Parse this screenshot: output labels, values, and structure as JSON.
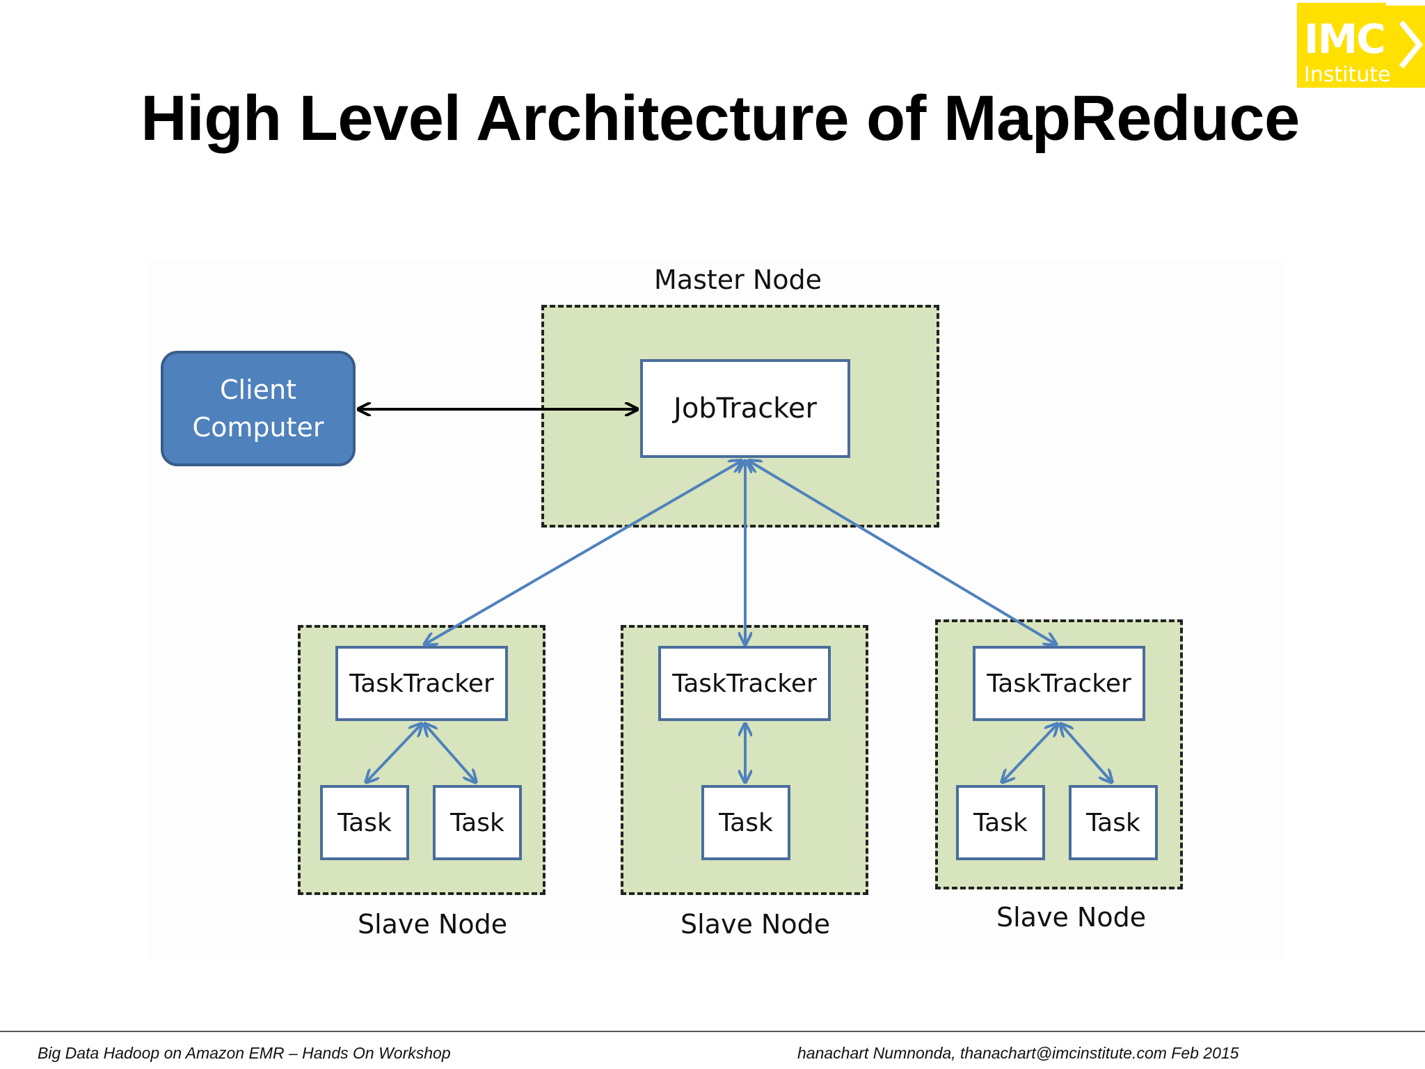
{
  "title": "High Level Architecture of MapReduce",
  "logo": {
    "line1": "IMC",
    "line2": "Institute",
    "color": "#ffe000"
  },
  "diagram": {
    "client": {
      "line1": "Client",
      "line2": "Computer"
    },
    "master": {
      "label": "Master Node",
      "tracker": "JobTracker"
    },
    "slaves": [
      {
        "label": "Slave Node",
        "tracker": "TaskTracker",
        "tasks": [
          "Task",
          "Task"
        ]
      },
      {
        "label": "Slave Node",
        "tracker": "TaskTracker",
        "tasks": [
          "Task"
        ]
      },
      {
        "label": "Slave Node",
        "tracker": "TaskTracker",
        "tasks": [
          "Task",
          "Task"
        ]
      }
    ],
    "colors": {
      "node_fill": "#d7e4bd",
      "client_fill": "#4f81bd",
      "box_border": "#4a6d9c",
      "arrow": "#4f81bd"
    }
  },
  "footer": {
    "left": "Big Data Hadoop on Amazon EMR – Hands On Workshop",
    "right": "hanachart Numnonda,  thanachart@imcinstitute.com   Feb 2015"
  }
}
